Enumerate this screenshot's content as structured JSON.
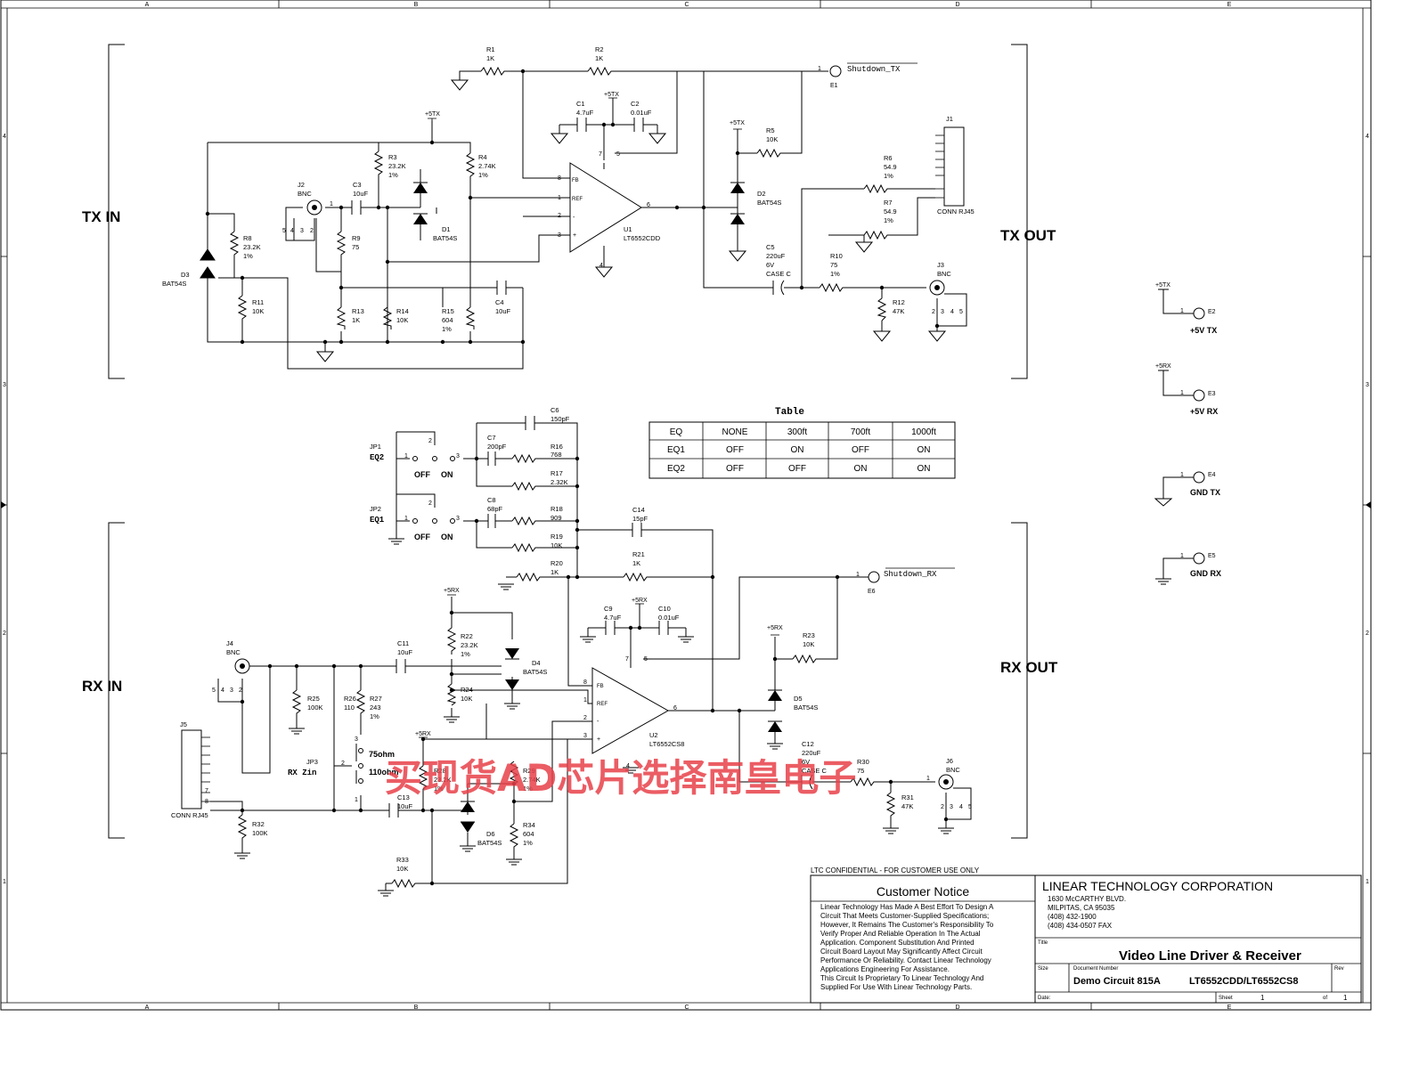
{
  "border": {
    "columns": [
      "A",
      "B",
      "C",
      "D",
      "E"
    ],
    "rows": [
      "4",
      "3",
      "2",
      "1"
    ]
  },
  "tx": {
    "in_label": "TX IN",
    "out_label": "TX OUT",
    "shutdown": {
      "pin": "1",
      "name": "Shutdown_TX",
      "ref": "E1"
    },
    "supply": "+5TX",
    "parts": {
      "R1": {
        "ref": "R1",
        "val": "1K"
      },
      "R2": {
        "ref": "R2",
        "val": "1K"
      },
      "C1": {
        "ref": "C1",
        "val": "4.7uF"
      },
      "C2": {
        "ref": "C2",
        "val": "0.01uF"
      },
      "R3": {
        "ref": "R3",
        "val": "23.2K",
        "tol": "1%"
      },
      "R4": {
        "ref": "R4",
        "val": "2.74K",
        "tol": "1%"
      },
      "J2": {
        "ref": "J2",
        "val": "BNC"
      },
      "C3": {
        "ref": "C3",
        "val": "10uF"
      },
      "D1": {
        "ref": "D1",
        "val": "BAT54S"
      },
      "R8": {
        "ref": "R8",
        "val": "23.2K",
        "tol": "1%"
      },
      "R9": {
        "ref": "R9",
        "val": "75"
      },
      "D3": {
        "ref": "D3",
        "val": "BAT54S"
      },
      "R11": {
        "ref": "R11",
        "val": "10K"
      },
      "R13": {
        "ref": "R13",
        "val": "1K"
      },
      "R14": {
        "ref": "R14",
        "val": "10K"
      },
      "R15": {
        "ref": "R15",
        "val": "604",
        "tol": "1%"
      },
      "C4": {
        "ref": "C4",
        "val": "10uF"
      },
      "U1": {
        "ref": "U1",
        "val": "LT6552CDD"
      },
      "R5": {
        "ref": "R5",
        "val": "10K"
      },
      "D2": {
        "ref": "D2",
        "val": "BAT54S"
      },
      "R6": {
        "ref": "R6",
        "val": "54.9",
        "tol": "1%"
      },
      "R7": {
        "ref": "R7",
        "val": "54.9",
        "tol": "1%"
      },
      "J1": {
        "ref": "J1",
        "val": "CONN RJ45"
      },
      "C5": {
        "ref": "C5",
        "val": "220uF",
        "v": "6V",
        "case": "CASE C"
      },
      "R10": {
        "ref": "R10",
        "val": "75",
        "tol": "1%"
      },
      "J3": {
        "ref": "J3",
        "val": "BNC"
      },
      "R12": {
        "ref": "R12",
        "val": "47K"
      }
    }
  },
  "rx": {
    "in_label": "RX IN",
    "out_label": "RX OUT",
    "shutdown": {
      "pin": "1",
      "name": "Shutdown_RX",
      "ref": "E6"
    },
    "supply": "+5RX",
    "parts": {
      "C6": {
        "ref": "C6",
        "val": "150pF"
      },
      "C7": {
        "ref": "C7",
        "val": "200pF"
      },
      "R16": {
        "ref": "R16",
        "val": "768"
      },
      "R17": {
        "ref": "R17",
        "val": "2.32K"
      },
      "JP1": {
        "ref": "JP1",
        "val": "EQ2"
      },
      "JP2": {
        "ref": "JP2",
        "val": "EQ1"
      },
      "C8": {
        "ref": "C8",
        "val": "68pF"
      },
      "R18": {
        "ref": "R18",
        "val": "909"
      },
      "R19": {
        "ref": "R19",
        "val": "10K"
      },
      "C14": {
        "ref": "C14",
        "val": "15pF"
      },
      "R20": {
        "ref": "R20",
        "val": "1K"
      },
      "R21": {
        "ref": "R21",
        "val": "1K"
      },
      "C9": {
        "ref": "C9",
        "val": "4.7uF"
      },
      "C10": {
        "ref": "C10",
        "val": "0.01uF"
      },
      "R22": {
        "ref": "R22",
        "val": "23.2K",
        "tol": "1%"
      },
      "D4": {
        "ref": "D4",
        "val": "BAT54S"
      },
      "R24": {
        "ref": "R24",
        "val": "10K"
      },
      "J4": {
        "ref": "J4",
        "val": "BNC"
      },
      "C11": {
        "ref": "C11",
        "val": "10uF"
      },
      "R25": {
        "ref": "R25",
        "val": "100K"
      },
      "R26": {
        "ref": "R26",
        "val": "110"
      },
      "R27": {
        "ref": "R27",
        "val": "243",
        "tol": "1%"
      },
      "JP3": {
        "ref": "JP3",
        "val": "RX Zin"
      },
      "J5": {
        "ref": "J5",
        "val": "CONN RJ45"
      },
      "R32": {
        "ref": "R32",
        "val": "100K"
      },
      "C13": {
        "ref": "C13",
        "val": "10uF"
      },
      "R28": {
        "ref": "R28",
        "val": "23.2K",
        "tol": "1%"
      },
      "R29": {
        "ref": "R29",
        "val": "2.74K",
        "tol": "1%"
      },
      "D6": {
        "ref": "D6",
        "val": "BAT54S"
      },
      "R34": {
        "ref": "R34",
        "val": "604",
        "tol": "1%"
      },
      "R33": {
        "ref": "R33",
        "val": "10K"
      },
      "U2": {
        "ref": "U2",
        "val": "LT6552CS8"
      },
      "R23": {
        "ref": "R23",
        "val": "10K"
      },
      "D5": {
        "ref": "D5",
        "val": "BAT54S"
      },
      "C12": {
        "ref": "C12",
        "val": "220uF",
        "v": "6V",
        "case": "CASE C"
      },
      "R30": {
        "ref": "R30",
        "val": "75"
      },
      "R31": {
        "ref": "R31",
        "val": "47K"
      },
      "J6": {
        "ref": "J6",
        "val": "BNC"
      }
    },
    "jumper_labels": {
      "off": "OFF",
      "on": "ON",
      "z75": "75ohm",
      "z110": "110ohm"
    }
  },
  "eq_table": {
    "title": "Table",
    "header": [
      "EQ",
      "NONE",
      "300ft",
      "700ft",
      "1000ft"
    ],
    "rows": [
      [
        "EQ1",
        "OFF",
        "ON",
        "OFF",
        "ON"
      ],
      [
        "EQ2",
        "OFF",
        "OFF",
        "ON",
        "ON"
      ]
    ]
  },
  "test_points": [
    {
      "supply": "+5TX",
      "ref": "E2",
      "label": "+5V TX"
    },
    {
      "supply": "+5RX",
      "ref": "E3",
      "label": "+5V RX"
    },
    {
      "supply": "",
      "ref": "E4",
      "label": "GND TX"
    },
    {
      "supply": "",
      "ref": "E5",
      "label": "GND RX"
    }
  ],
  "opamp_pins": {
    "fb": "FB",
    "ref": "REF"
  },
  "title_block": {
    "confidential": "LTC CONFIDENTIAL - FOR CUSTOMER USE ONLY",
    "notice_title": "Customer Notice",
    "notice_lines": [
      "Linear Technology Has Made A Best Effort To Design A",
      "Circuit That Meets Customer-Supplied Specifications;",
      "However, It Remains The Customer's Responsibility To",
      "Verify Proper And Reliable Operation In The Actual",
      "Application. Component Substitution And Printed",
      "Circuit Board Layout May Significantly Affect Circuit",
      "Performance Or Reliability. Contact Linear Technology",
      "Applications Engineering For Assistance.",
      "This Circuit Is Proprietary To Linear Technology And",
      "Supplied For Use With Linear Technology Parts."
    ],
    "company": "LINEAR TECHNOLOGY CORPORATION",
    "address": [
      "1630 McCARTHY BLVD.",
      "MILPITAS, CA  95035",
      "(408) 432-1900",
      "(408) 434-0507 FAX"
    ],
    "title_caption": "Title",
    "title": "Video Line Driver & Receiver",
    "size_caption": "Size",
    "docnum_caption": "Document Number",
    "rev_caption": "Rev",
    "document": "Demo Circuit 815A",
    "parts": "LT6552CDD/LT6552CS8",
    "date_caption": "Date:",
    "sheet_caption": "Sheet",
    "sheet": "1",
    "of_caption": "of",
    "of": "1"
  },
  "watermark": "买现货AD芯片选择南皇电子"
}
